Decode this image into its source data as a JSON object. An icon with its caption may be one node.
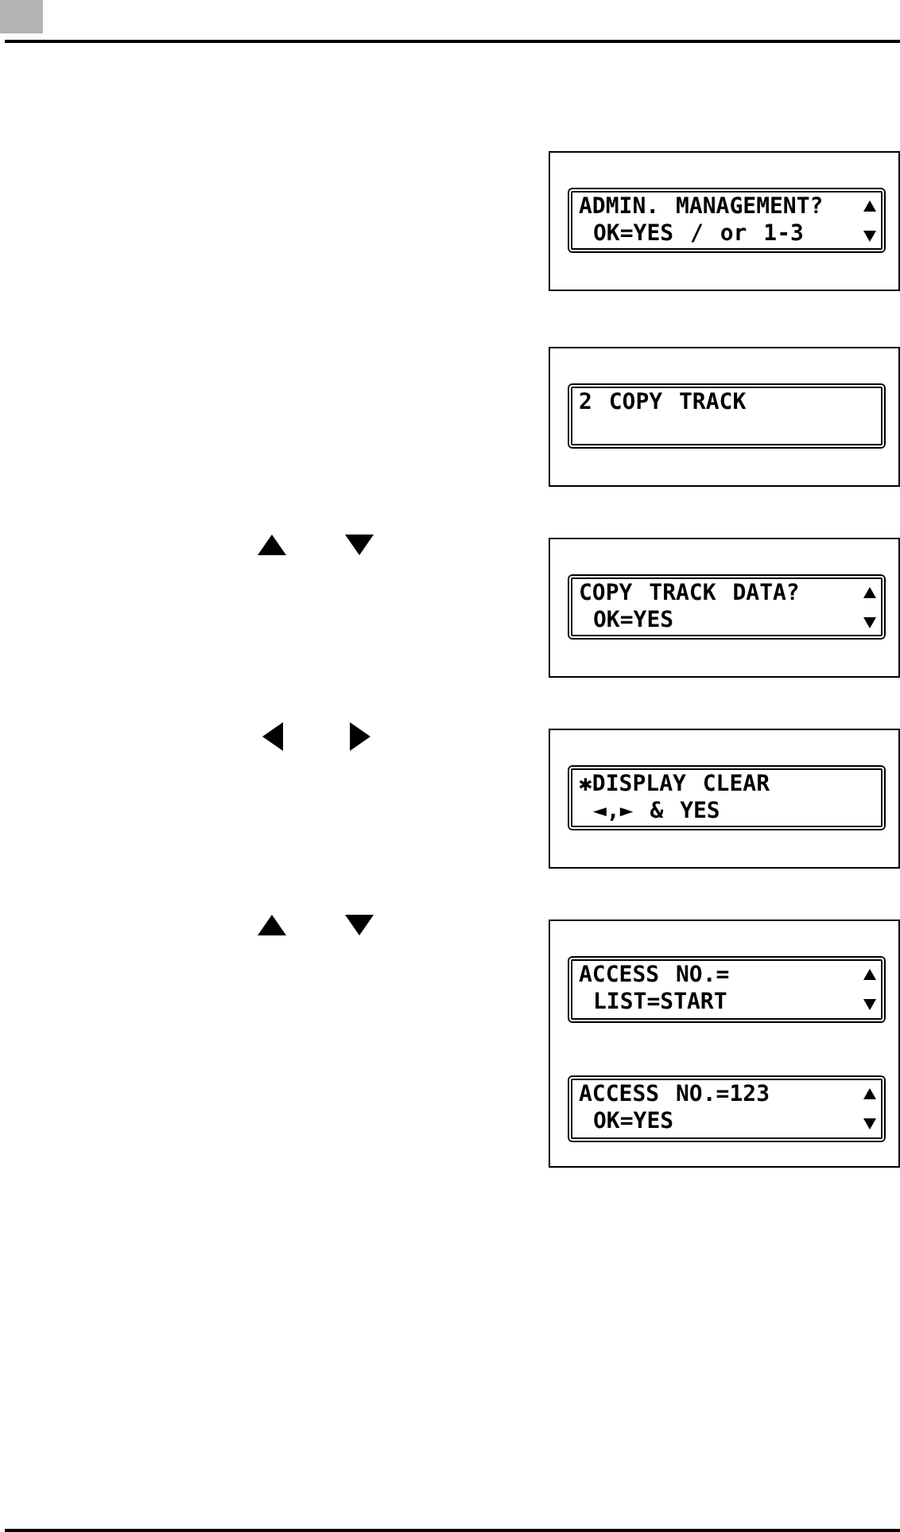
{
  "diagram": {
    "nodes": [
      {
        "text": [],
        "shape": "box"
      },
      {
        "text": [
          "ADMIN. MANAGEMENT?",
          "OK=YES / or 1-3"
        ],
        "in": 0
      },
      {
        "text": [],
        "shape": "box"
      },
      {
        "text": [
          "2 COPY TRACK"
        ],
        "in": 2
      },
      {
        "text": [],
        "shape": "box"
      },
      {
        "text": [
          "COPY TRACK DATA?",
          "OK=YES"
        ],
        "in": 4
      },
      {
        "text": [],
        "shape": "box"
      },
      {
        "text": [
          "✱DISPLAY CLEAR",
          "◄,► & YES"
        ],
        "in": 6
      },
      {
        "text": [],
        "shape": "box"
      },
      {
        "text": [
          "ACCESS NO.=",
          "LIST=START"
        ],
        "in": 8
      },
      {
        "text": [
          "ACCESS NO.=123",
          "OK=YES"
        ],
        "in": 8
      }
    ]
  }
}
